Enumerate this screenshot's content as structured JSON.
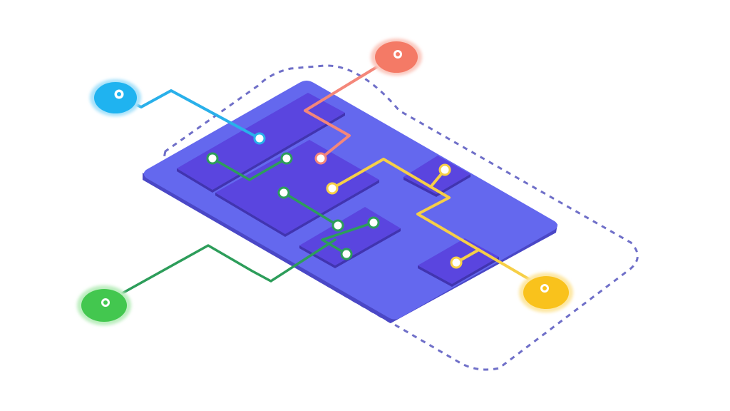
{
  "colors": {
    "background": "#ffffff",
    "boundary_dash": "#6f6fc8",
    "board_top": "#6468ee",
    "board_edge": "#4a47c6",
    "panel": "#5a45df",
    "panel_edge": "#4134b0",
    "wire_blue": "#29b0ea",
    "wire_red": "#f4877a",
    "wire_yellow": "#f6cf47",
    "wire_green": "#2d9d5a",
    "node_fill": "#ffffff"
  },
  "terminals": [
    {
      "name": "blue-terminal",
      "color": "#1fb3f0",
      "halo": "#a9e2fa"
    },
    {
      "name": "red-terminal",
      "color": "#f47a66",
      "halo": "#fbc9c0"
    },
    {
      "name": "green-terminal",
      "color": "#43c74f",
      "halo": "#bdeec0"
    },
    {
      "name": "yellow-terminal",
      "color": "#f9c21c",
      "halo": "#fde7a3"
    }
  ]
}
